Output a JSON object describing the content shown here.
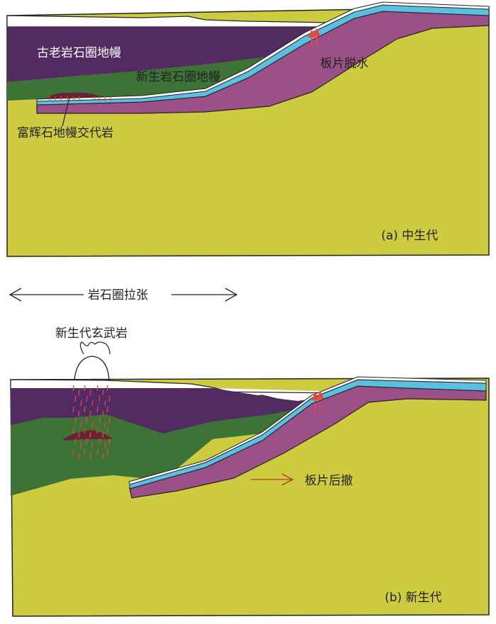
{
  "colors": {
    "asthenosphere": "#cdcc40",
    "old_lithosphere": "#532b63",
    "new_lithosphere": "#3e7338",
    "slab_crust": "#5bbfe0",
    "slab_mantle": "#9b5087",
    "metasomatite": "#6a2236",
    "melt": "#e8473b"
  },
  "panel_a": {
    "old_mantle_label": "古老岩石圈地幔",
    "new_mantle_label": "新生岩石圈地幔",
    "dehydration_label": "板片脱水",
    "metasomatite_label": "富辉石地幔交代岩",
    "caption": "(a) 中生代"
  },
  "extension_label": "岩石圈拉张",
  "panel_b": {
    "basalt_label": "新生代玄武岩",
    "rollback_label": "板片后撤",
    "caption": "(b) 新生代"
  }
}
